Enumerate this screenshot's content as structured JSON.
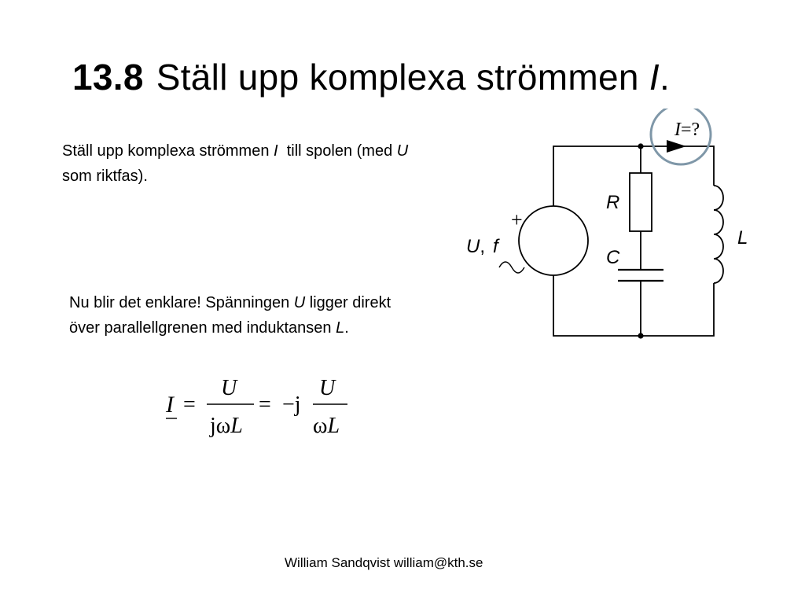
{
  "title": {
    "number": "13.8",
    "text": "Ställ upp komplexa strömmen",
    "symbol": "I",
    "end": "."
  },
  "intro": {
    "line1_a": "Ställ upp komplexa strömmen",
    "line1_sym": "I",
    "line1_b": "till spolen (med",
    "line1_sym2": "U",
    "line2": "som riktfas)."
  },
  "explanation": {
    "line1_a": "Nu blir det enklare! Spänningen",
    "line1_sym": "U",
    "line1_b": "ligger direkt",
    "line2_a": "över parallellgrenen med induktansen",
    "line2_sym": "L",
    "line2_end": "."
  },
  "formula": {
    "lhs": "I",
    "eq1": "=",
    "num1": "U",
    "den1_j": "j",
    "den1_omega": "ω",
    "den1_L": "L",
    "eq2": "=",
    "neg_j": "−j",
    "num2": "U",
    "den2_omega": "ω",
    "den2_L": "L"
  },
  "circuit": {
    "current_query_I": "I",
    "current_query_rest": "=?",
    "source_plus": "+",
    "source_U": "U",
    "source_sep": ",",
    "source_f": "f",
    "source_ac": "~",
    "resistor": "R",
    "capacitor": "C",
    "inductor": "L",
    "highlight_color": "#7f97a8"
  },
  "footer": {
    "author": "William Sandqvist  william@kth.se"
  }
}
